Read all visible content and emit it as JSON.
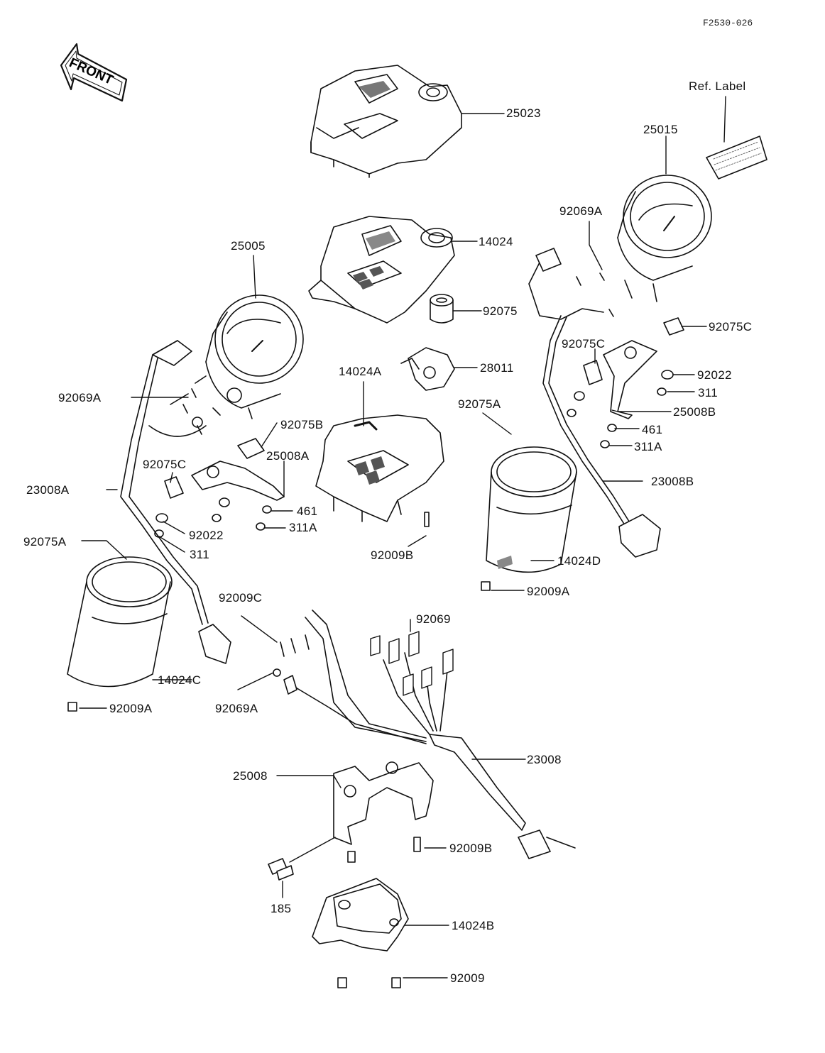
{
  "header": {
    "diagram_code": "F2530-026",
    "front_label": "FRONT",
    "ref_label": "Ref. Label"
  },
  "callouts": {
    "p25023": "25023",
    "p25015": "25015",
    "p14024": "14024",
    "p92075": "92075",
    "p25005": "25005",
    "p92069A_right": "92069A",
    "p92075C_right": "92075C",
    "p92075C_mid": "92075C",
    "p92022_right": "92022",
    "p311_right": "311",
    "p25008B": "25008B",
    "p461_right": "461",
    "p311A_right": "311A",
    "p23008B": "23008B",
    "p14024A": "14024A",
    "p28011": "28011",
    "p92075A_mid": "92075A",
    "p92069A_left": "92069A",
    "p92075B": "92075B",
    "p25008A": "25008A",
    "p92075C_left": "92075C",
    "p23008A": "23008A",
    "p461_left": "461",
    "p311A_left": "311A",
    "p92022_left": "92022",
    "p311_left": "311",
    "p92075A_left": "92075A",
    "p92009B_mid": "92009B",
    "p14024D": "14024D",
    "p92009A_mid": "92009A",
    "p92009C": "92009C",
    "p92069": "92069",
    "p14024C": "14024C",
    "p92009A_left": "92009A",
    "p92069A_bottom": "92069A",
    "p23008": "23008",
    "p25008": "25008",
    "p92009B_bottom": "92009B",
    "p185": "185",
    "p14024B": "14024B",
    "p92009": "92009"
  }
}
